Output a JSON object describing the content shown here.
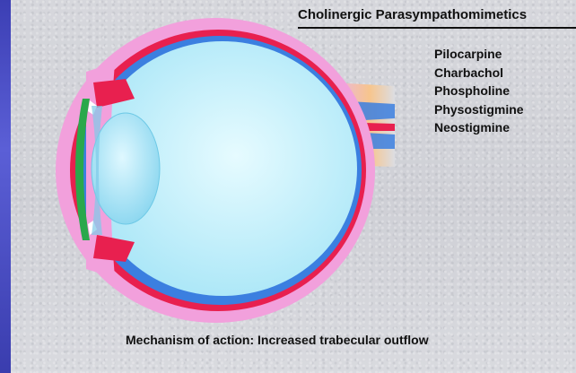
{
  "heading": "Cholinergic Parasympathomimetics",
  "drugs": [
    "Pilocarpine",
    "Charbachol",
    "Phospholine",
    "Physostigmine",
    "Neostigmine"
  ],
  "caption": "Mechanism of action:  Increased trabecular outflow",
  "colors": {
    "sidebar": "#4346c0",
    "background": "#d3d4d9",
    "sclera": "#f08fd6",
    "choroid": "#e8204f",
    "retina": "#3b7fe0",
    "vitreous": "#bfeefa",
    "lens": "#a5e4f6",
    "cornea_green": "#2aa84b",
    "optic_nerve": "#f5b57a"
  },
  "icons": [
    "eyeball-cross-section-diagram"
  ]
}
